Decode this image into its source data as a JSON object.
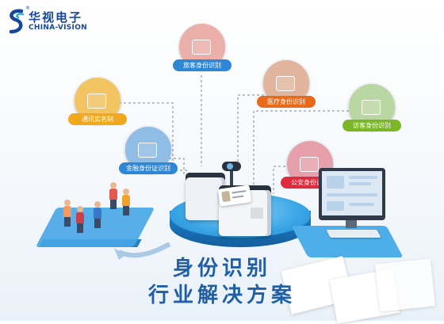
{
  "brand": {
    "name_cn": "华视电子",
    "name_en": "CHINA-VISION",
    "registered_mark": "®"
  },
  "headline": {
    "line1": "身份识别",
    "line2": "行业解决方案"
  },
  "scenarios": [
    {
      "label": "通讯实名制",
      "color": "#f0a81d",
      "icon": "phone-card-icon"
    },
    {
      "label": "金融身份证识别",
      "color": "#2e86d6",
      "icon": "bank-icon"
    },
    {
      "label": "旅客身份识别",
      "color": "#2e86d6",
      "icon": "train-station-icon"
    },
    {
      "label": "医疗身份识别",
      "color": "#ea6a1c",
      "icon": "hospital-icon"
    },
    {
      "label": "访客身份识别",
      "color": "#7bb626",
      "icon": "office-building-icon"
    },
    {
      "label": "公安身份识别",
      "color": "#e02b3c",
      "icon": "police-station-icon"
    }
  ],
  "colors": {
    "brand_blue": "#16479b",
    "headline_blue": "#1f5fa8",
    "platform_blue": "#3aa6e6",
    "connector_gray": "#7d8794"
  }
}
